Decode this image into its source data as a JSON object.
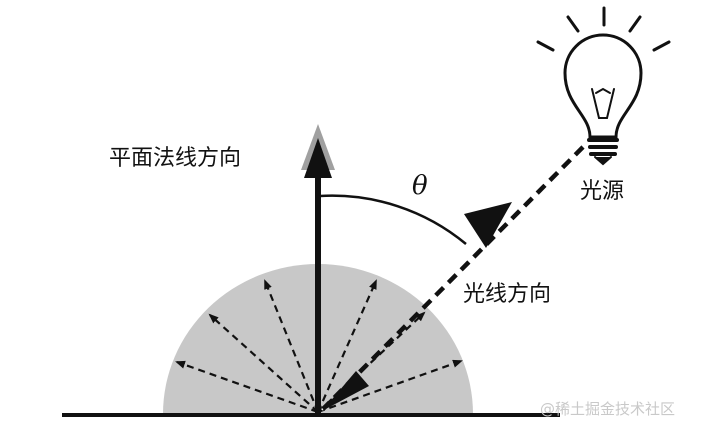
{
  "labels": {
    "normal": "平面法线方向",
    "theta": "θ",
    "light_source": "光源",
    "light_direction": "光线方向"
  },
  "watermark": "@稀土掘金技术社区",
  "colors": {
    "hemisphere_fill": "#c8c8c8",
    "ink": "#111111",
    "normal_arrow_tip_highlight": "#a0a0a0",
    "watermark": "#c9c9c9"
  },
  "icons": [
    "light-bulb-icon"
  ]
}
